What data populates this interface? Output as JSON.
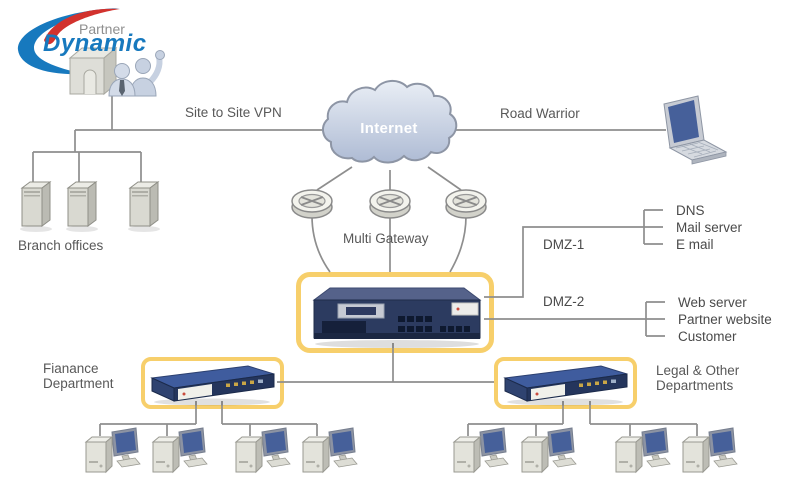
{
  "logo": {
    "partner": "Partner",
    "dynamic": "Dynamic"
  },
  "labels": {
    "site_to_site_vpn": "Site to Site VPN",
    "road_warrior": "Road Warrior",
    "internet": "Internet",
    "multi_gateway": "Multi Gateway",
    "branch_offices": "Branch offices",
    "finance_line1": "Fianance",
    "finance_line2": "Department",
    "legal_line1": "Legal & Other",
    "legal_line2": "Departments"
  },
  "dmz": {
    "zone1": {
      "label": "DMZ-1",
      "items": [
        "DNS",
        "Mail server",
        "E mail"
      ]
    },
    "zone2": {
      "label": "DMZ-2",
      "items": [
        "Web server",
        "Partner website",
        "Customer"
      ]
    }
  },
  "colors": {
    "brand_blue": "#1779be",
    "brand_red": "#d2322e",
    "highlight_yellow": "#f7cf6b",
    "appliance_navy": "#2c3b60",
    "appliance_top_blue": "#3f5c9e",
    "line_gray": "#8e8e8e",
    "label_gray": "#585858",
    "cloud_fill": "#bfcadd",
    "monitor_blue": "#46609a"
  }
}
